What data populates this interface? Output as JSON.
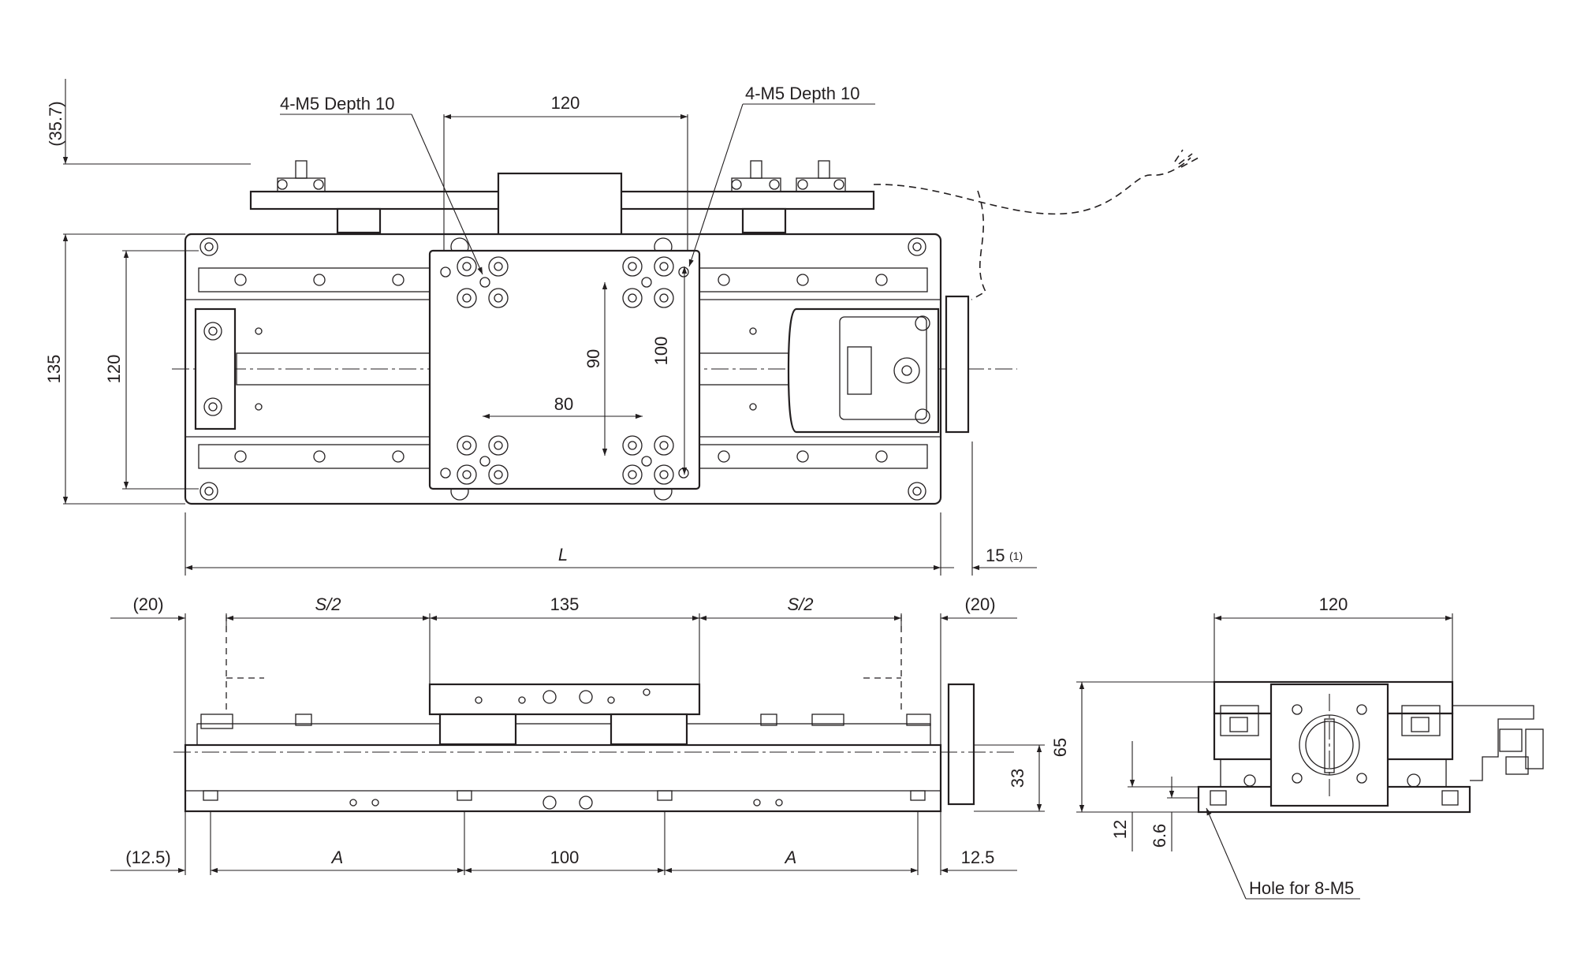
{
  "top_view": {
    "callout_left": "4-M5 Depth 10",
    "callout_right": "4-M5 Depth 10",
    "dim_120_top": "120",
    "dim_35_7": "(35.7)",
    "dim_135": "135",
    "dim_120_left": "120",
    "dim_90": "90",
    "dim_100": "100",
    "dim_80": "80",
    "dim_L": "L",
    "dim_15": "15",
    "dim_15_note": "(1)"
  },
  "front_view": {
    "dim_20_left": "(20)",
    "dim_s2_left": "S/2",
    "dim_135": "135",
    "dim_s2_right": "S/2",
    "dim_20_right": "(20)",
    "dim_33": "33",
    "dim_12_5_left": "(12.5)",
    "dim_A_left": "A",
    "dim_100": "100",
    "dim_A_right": "A",
    "dim_12_5_right": "12.5"
  },
  "side_view": {
    "dim_120": "120",
    "dim_65": "65",
    "dim_12": "12",
    "dim_6_6": "6.6",
    "hole_note": "Hole for 8-M5"
  }
}
